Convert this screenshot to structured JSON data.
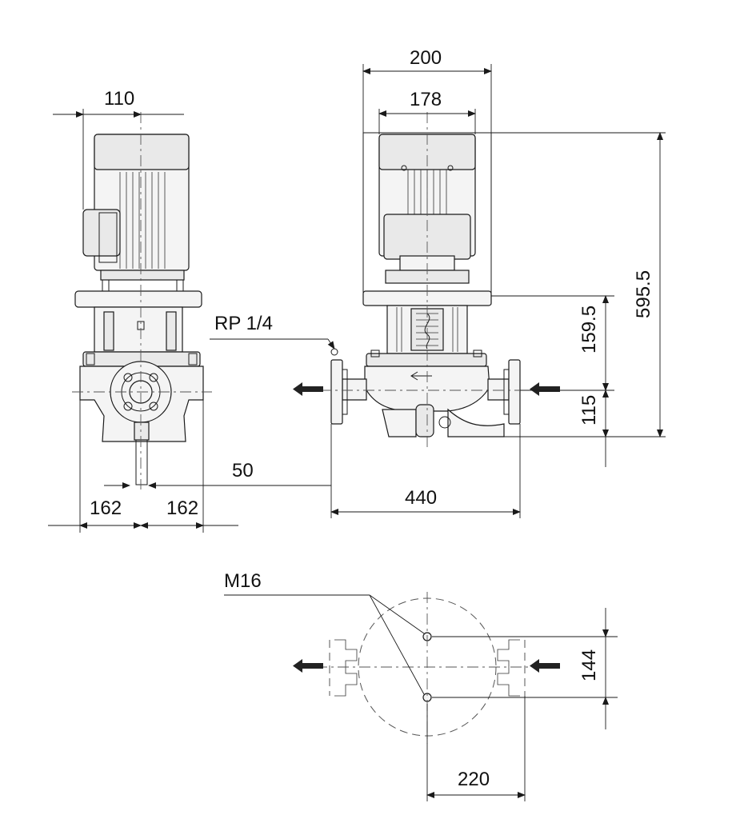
{
  "dimensions": {
    "d200": "200",
    "d178": "178",
    "d110": "110",
    "d595": "595.5",
    "d159": "159.5",
    "d115": "115",
    "d50": "50",
    "d162a": "162",
    "d162b": "162",
    "d440": "440",
    "d144": "144",
    "d220": "220"
  },
  "callouts": {
    "rp": "RP 1/4",
    "m16": "M16"
  },
  "colors": {
    "line": "#1a1a1a",
    "fill": "#e9e9e9",
    "background": "#ffffff"
  }
}
